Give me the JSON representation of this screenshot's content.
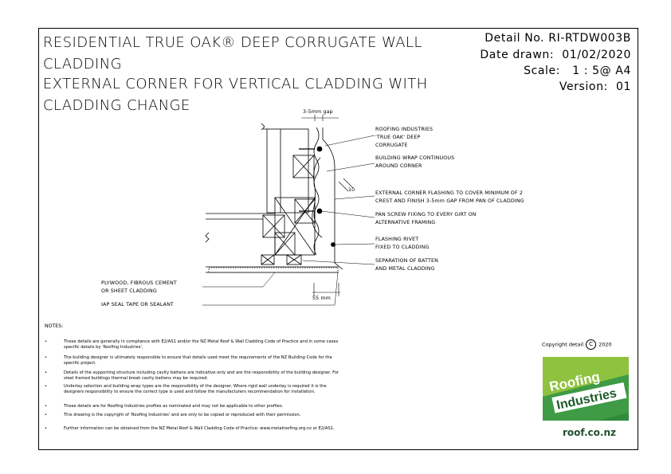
{
  "title": {
    "line1": "RESIDENTIAL TRUE OAK® DEEP CORRUGATE WALL",
    "line2": "CLADDING",
    "line3": "EXTERNAL CORNER FOR VERTICAL CLADDING WITH",
    "line4": "CLADDING CHANGE"
  },
  "meta": {
    "detail": "Detail No. RI-RTDW003B",
    "date": "Date drawn:  01/02/2020",
    "scale": "Scale:   1 : 5@ A4",
    "version": "Version:  01"
  },
  "drawing": {
    "gap_label": "3-5mm gap",
    "dim_10": "10",
    "dim_55": "55 mm",
    "callouts": {
      "roofing": [
        "ROOFING INDUSTRIES",
        "'TRUE OAK' DEEP",
        "CORRUGATE"
      ],
      "wrap": [
        "BUILDING WRAP CONTINUOUS",
        "AROUND CORNER"
      ],
      "flashing": [
        "EXTERNAL CORNER FLASHING TO COVER MINIMUM OF 2",
        "CREST AND FINISH 3-5mm GAP FROM PAN OF CLADDING"
      ],
      "screw": [
        "PAN SCREW FIXING TO EVERY GIRT ON",
        "ALTERNATIVE FRAMING"
      ],
      "rivet": [
        "FLASHING RIVET",
        "FIXED TO CLADDING"
      ],
      "separation": [
        "SEPARATION OF BATTEN",
        "AND METAL CLADDING"
      ],
      "plywood": [
        "PLYWOOD, FIBROUS CEMENT",
        "OR SHEET CLADDING"
      ],
      "tape": [
        "IAP SEAL TAPE OR SEALANT"
      ]
    }
  },
  "notes": {
    "heading": "NOTES:",
    "bullet": "•",
    "items": [
      "These details are generally in compliance with E2/AS1 and/or the NZ Metal Roof & Wall Cladding Code of Practice and in some cases specific details by 'Roofing Industries'.",
      "The building designer is ultimately responsible to ensure that details used meet the requirements of the NZ Building Code for the specific project.",
      "Details of the supporting structure including cavity battens are indicative only and are the responsibility of the building designer. For steel framed buildings thermal break cavity battens may be required.",
      "Underlay selection and building wrap types are the responsibility of the designer. Where rigid wall underlay is required it is the designers responsibility to ensure the correct type is used and follow the manufacturers recommendation for installation.",
      "These details are for Roofing Industries profiles as nominated and may not be applicable to other profiles.",
      "This drawing is the copyright of 'Roofing Industries' and are only to be copied or reproduced with their permission.",
      "Further information can be obtained from the NZ Metal Roof & Wall Cladding Code of Practice: www.metalroofing.org.nz or E2/AS1."
    ]
  },
  "copyright": {
    "text": "Copyright detail",
    "symbol": "C",
    "year": "2020"
  },
  "logo": {
    "word1": "Roofing",
    "word2": "Industries",
    "url": "roof.co.nz",
    "colors": {
      "green": "#2f8a3c",
      "dark": "#1d5a2a",
      "lime": "#8fc23f",
      "white": "#ffffff"
    }
  }
}
